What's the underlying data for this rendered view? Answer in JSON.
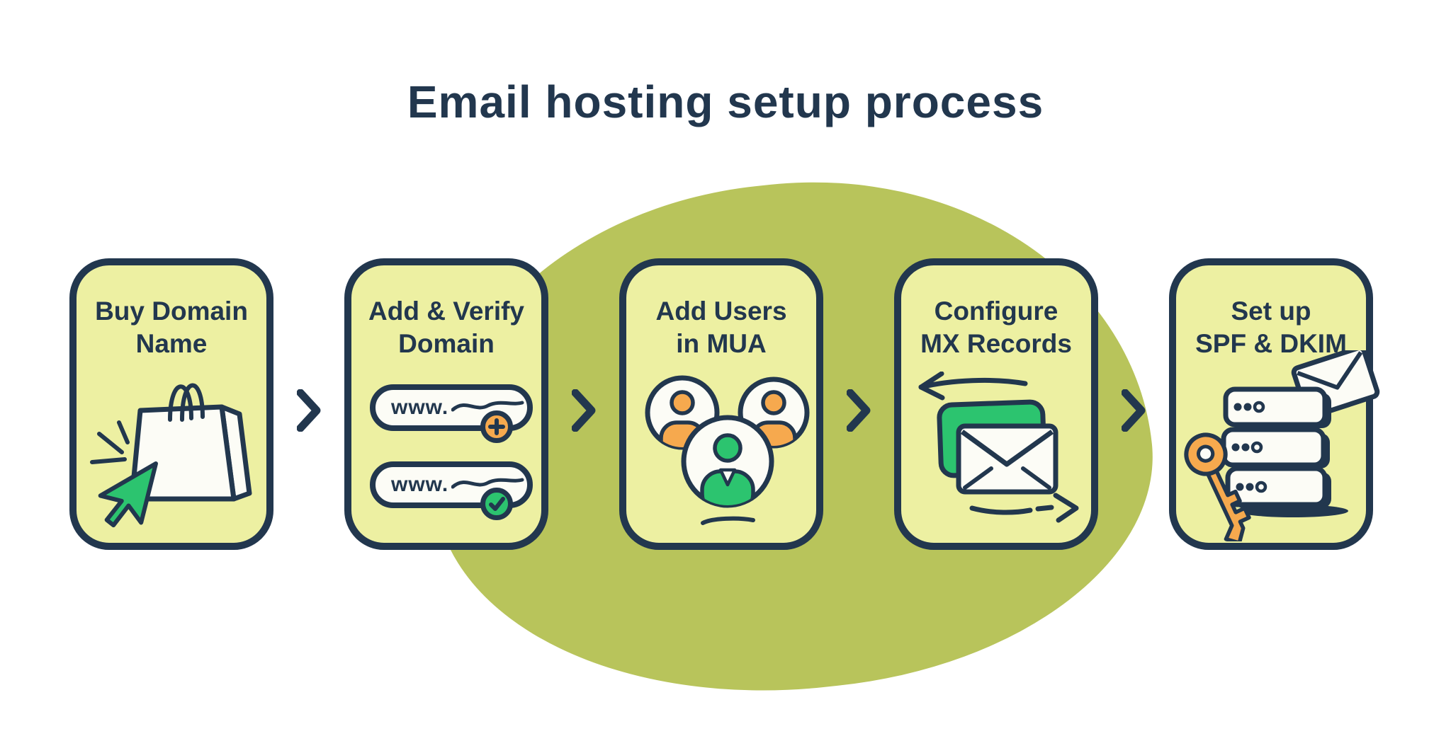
{
  "title": "Email hosting setup process",
  "colors": {
    "background": "#ffffff",
    "card_fill": "#edf0a2",
    "blob_fill": "#b8c45b",
    "outline_navy": "#22374e",
    "accent_green": "#2cc46f",
    "accent_orange": "#f6a94e",
    "shape_white": "#fcfcf6"
  },
  "connector": {
    "icon": "chevron-right-icon",
    "count": 4
  },
  "steps": [
    {
      "label": "Buy Domain Name",
      "lines": [
        "Buy Domain",
        "Name"
      ],
      "icon": "shopping-bag-click-icon"
    },
    {
      "label": "Add & Verify Domain",
      "lines": [
        "Add & Verify",
        "Domain"
      ],
      "icon": "domain-fields-icon",
      "fields": [
        {
          "text": "www.",
          "badge": "plus-badge"
        },
        {
          "text": "www.",
          "badge": "check-badge"
        }
      ]
    },
    {
      "label": "Add Users in MUA",
      "lines": [
        "Add Users",
        "in MUA"
      ],
      "icon": "user-group-icon"
    },
    {
      "label": "Configure MX Records",
      "lines": [
        "Configure",
        "MX Records"
      ],
      "icon": "mail-exchange-icon"
    },
    {
      "label": "Set up SPF & DKIM",
      "lines": [
        "Set up",
        "SPF & DKIM"
      ],
      "icon": "server-key-icon"
    }
  ]
}
